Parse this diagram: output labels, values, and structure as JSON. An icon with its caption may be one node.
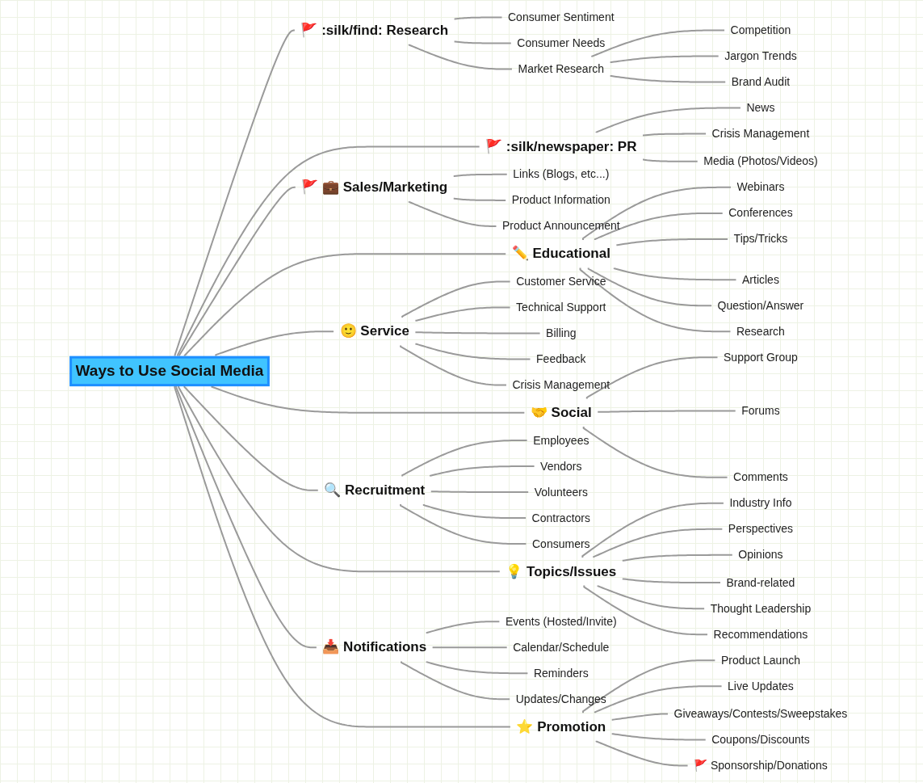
{
  "diagram": {
    "nodes": [
      {
        "text": [
          "Ways to Use Social Media"
        ]
      },
      {
        "text": [
          "🚩 :silk/find: Research"
        ]
      },
      {
        "text": [
          "Consumer Sentiment"
        ]
      },
      {
        "text": [
          "Consumer Needs"
        ]
      },
      {
        "text": [
          "Market Research"
        ]
      },
      {
        "text": [
          "Competition"
        ]
      },
      {
        "text": [
          "Jargon Trends"
        ]
      },
      {
        "text": [
          "Brand Audit"
        ]
      },
      {
        "text": [
          "🚩 :silk/newspaper: PR"
        ]
      },
      {
        "text": [
          "News"
        ]
      },
      {
        "text": [
          "Crisis Management"
        ]
      },
      {
        "text": [
          "Media (Photos/Videos)"
        ]
      },
      {
        "text": [
          "🚩 💼 Sales/Marketing"
        ]
      },
      {
        "text": [
          "Links (Blogs, etc...)"
        ]
      },
      {
        "text": [
          "Product Information"
        ]
      },
      {
        "text": [
          "Product Announcement"
        ]
      },
      {
        "text": [
          "✏️ Educational"
        ]
      },
      {
        "text": [
          "Webinars"
        ]
      },
      {
        "text": [
          "Conferences"
        ]
      },
      {
        "text": [
          "Tips/Tricks"
        ]
      },
      {
        "text": [
          "Articles"
        ]
      },
      {
        "text": [
          "Question/Answer"
        ]
      },
      {
        "text": [
          "Research"
        ]
      },
      {
        "text": [
          "🙂 Service"
        ]
      },
      {
        "text": [
          "Customer Service"
        ]
      },
      {
        "text": [
          "Technical Support"
        ]
      },
      {
        "text": [
          "Billing"
        ]
      },
      {
        "text": [
          "Feedback"
        ]
      },
      {
        "text": [
          "Crisis Management"
        ]
      },
      {
        "text": [
          "🤝 Social"
        ]
      },
      {
        "text": [
          "Support Group"
        ]
      },
      {
        "text": [
          "Forums"
        ]
      },
      {
        "text": [
          "Comments"
        ]
      },
      {
        "text": [
          "🔍 Recruitment"
        ]
      },
      {
        "text": [
          "Employees"
        ]
      },
      {
        "text": [
          "Vendors"
        ]
      },
      {
        "text": [
          "Volunteers"
        ]
      },
      {
        "text": [
          "Contractors"
        ]
      },
      {
        "text": [
          "Consumers"
        ]
      },
      {
        "text": [
          "💡 Topics/Issues"
        ]
      },
      {
        "text": [
          "Industry Info"
        ]
      },
      {
        "text": [
          "Perspectives"
        ]
      },
      {
        "text": [
          "Opinions"
        ]
      },
      {
        "text": [
          "Brand-related"
        ]
      },
      {
        "text": [
          "Thought Leadership"
        ]
      },
      {
        "text": [
          "Recommendations"
        ]
      },
      {
        "text": [
          "📥 Notifications"
        ]
      },
      {
        "text": [
          "Events (Hosted/Invite)"
        ]
      },
      {
        "text": [
          "Calendar/Schedule"
        ]
      },
      {
        "text": [
          "Reminders"
        ]
      },
      {
        "text": [
          "Updates/Changes"
        ]
      },
      {
        "text": [
          "⭐ Promotion"
        ]
      },
      {
        "text": [
          "Product Launch"
        ]
      },
      {
        "text": [
          "Live Updates"
        ]
      },
      {
        "text": [
          "Giveaways/Contests/Sweepstakes"
        ]
      },
      {
        "text": [
          "Coupons/Discounts"
        ]
      },
      {
        "text": [
          "🚩 Sponsorship/Donations"
        ]
      }
    ],
    "edges": [
      {
        "from": 0,
        "to": 1,
        "arrow": "none"
      },
      {
        "from": 1,
        "to": 2,
        "arrow": "none"
      },
      {
        "from": 1,
        "to": 3,
        "arrow": "none"
      },
      {
        "from": 1,
        "to": 4,
        "arrow": "none"
      },
      {
        "from": 4,
        "to": 5,
        "arrow": "none"
      },
      {
        "from": 4,
        "to": 6,
        "arrow": "none"
      },
      {
        "from": 4,
        "to": 7,
        "arrow": "none"
      },
      {
        "from": 0,
        "to": 8,
        "arrow": "none"
      },
      {
        "from": 8,
        "to": 9,
        "arrow": "none"
      },
      {
        "from": 8,
        "to": 10,
        "arrow": "none"
      },
      {
        "from": 8,
        "to": 11,
        "arrow": "none"
      },
      {
        "from": 0,
        "to": 12,
        "arrow": "none"
      },
      {
        "from": 12,
        "to": 13,
        "arrow": "none"
      },
      {
        "from": 12,
        "to": 14,
        "arrow": "none"
      },
      {
        "from": 12,
        "to": 15,
        "arrow": "none"
      },
      {
        "from": 0,
        "to": 16,
        "arrow": "none"
      },
      {
        "from": 16,
        "to": 17,
        "arrow": "none"
      },
      {
        "from": 16,
        "to": 18,
        "arrow": "none"
      },
      {
        "from": 16,
        "to": 19,
        "arrow": "none"
      },
      {
        "from": 16,
        "to": 20,
        "arrow": "none"
      },
      {
        "from": 16,
        "to": 21,
        "arrow": "none"
      },
      {
        "from": 16,
        "to": 22,
        "arrow": "none"
      },
      {
        "from": 0,
        "to": 23,
        "arrow": "none"
      },
      {
        "from": 23,
        "to": 24,
        "arrow": "none"
      },
      {
        "from": 23,
        "to": 25,
        "arrow": "none"
      },
      {
        "from": 23,
        "to": 26,
        "arrow": "none"
      },
      {
        "from": 23,
        "to": 27,
        "arrow": "none"
      },
      {
        "from": 23,
        "to": 28,
        "arrow": "none"
      },
      {
        "from": 0,
        "to": 29,
        "arrow": "none"
      },
      {
        "from": 29,
        "to": 30,
        "arrow": "none"
      },
      {
        "from": 29,
        "to": 31,
        "arrow": "none"
      },
      {
        "from": 29,
        "to": 32,
        "arrow": "none"
      },
      {
        "from": 0,
        "to": 33,
        "arrow": "none"
      },
      {
        "from": 33,
        "to": 34,
        "arrow": "none"
      },
      {
        "from": 33,
        "to": 35,
        "arrow": "none"
      },
      {
        "from": 33,
        "to": 36,
        "arrow": "none"
      },
      {
        "from": 33,
        "to": 37,
        "arrow": "none"
      },
      {
        "from": 33,
        "to": 38,
        "arrow": "none"
      },
      {
        "from": 0,
        "to": 39,
        "arrow": "none"
      },
      {
        "from": 39,
        "to": 40,
        "arrow": "none"
      },
      {
        "from": 39,
        "to": 41,
        "arrow": "none"
      },
      {
        "from": 39,
        "to": 42,
        "arrow": "none"
      },
      {
        "from": 39,
        "to": 43,
        "arrow": "none"
      },
      {
        "from": 39,
        "to": 44,
        "arrow": "none"
      },
      {
        "from": 39,
        "to": 45,
        "arrow": "none"
      },
      {
        "from": 0,
        "to": 46,
        "arrow": "none"
      },
      {
        "from": 46,
        "to": 47,
        "arrow": "none"
      },
      {
        "from": 46,
        "to": 48,
        "arrow": "none"
      },
      {
        "from": 46,
        "to": 49,
        "arrow": "none"
      },
      {
        "from": 46,
        "to": 50,
        "arrow": "none"
      },
      {
        "from": 0,
        "to": 51,
        "arrow": "none"
      },
      {
        "from": 51,
        "to": 52,
        "arrow": "none"
      },
      {
        "from": 51,
        "to": 53,
        "arrow": "none"
      },
      {
        "from": 51,
        "to": 54,
        "arrow": "none"
      },
      {
        "from": 51,
        "to": 55,
        "arrow": "none"
      },
      {
        "from": 51,
        "to": 56,
        "arrow": "none"
      }
    ]
  }
}
